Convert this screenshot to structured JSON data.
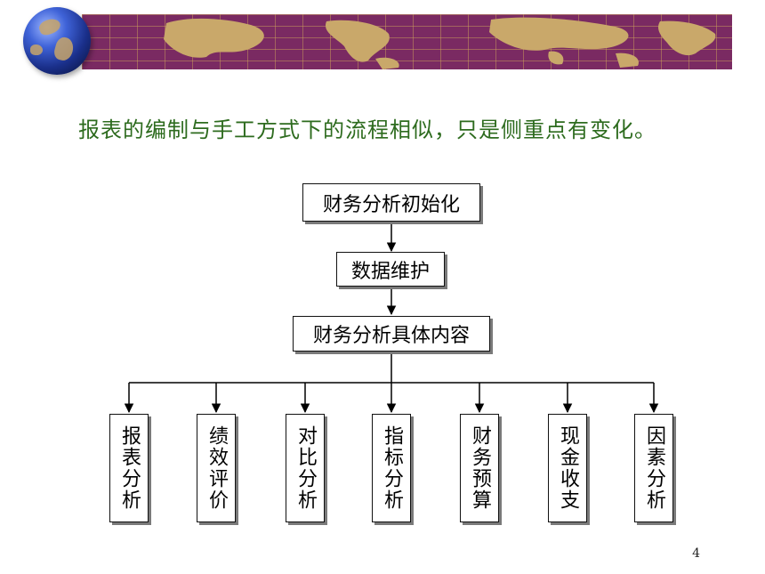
{
  "slide": {
    "headline": "报表的编制与手工方式下的流程相似，只是侧重点有变化。",
    "page_number": "4"
  },
  "flowchart": {
    "steps": [
      "财务分析初始化",
      "数据维护",
      "财务分析具体内容"
    ],
    "branches": [
      "报表分析",
      "绩效评价",
      "对比分析",
      "指标分析",
      "财务预算",
      "现金收支",
      "因素分析"
    ]
  },
  "colors": {
    "banner": "#7a2a62",
    "headline_text": "#2d6b1e"
  }
}
